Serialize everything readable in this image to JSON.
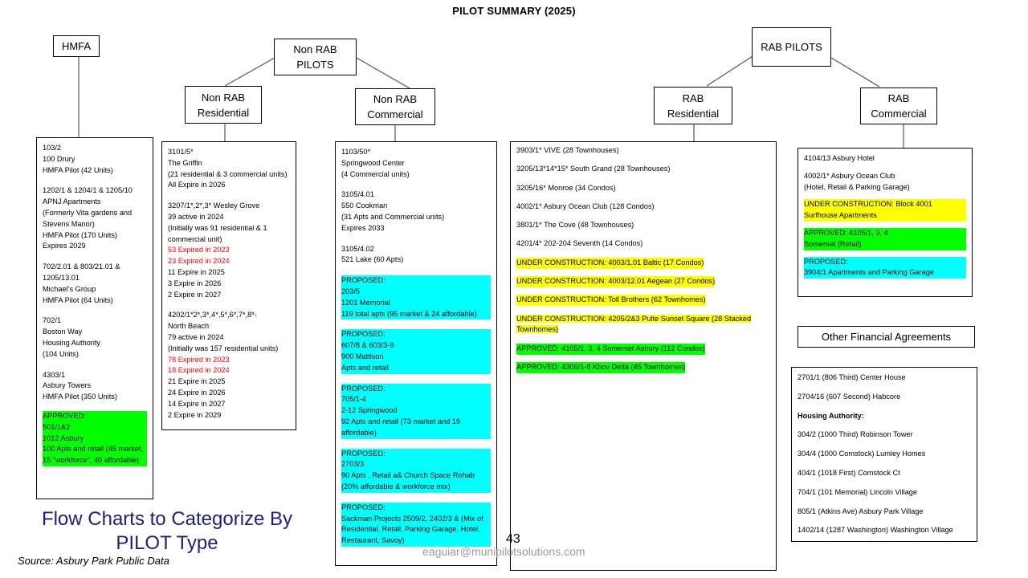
{
  "title": "PILOT SUMMARY (2025)",
  "headers": {
    "hmfa": "HMFA",
    "non_rab_pilots": [
      "Non RAB",
      "PILOTS"
    ],
    "non_rab_residential": [
      "Non RAB",
      "Residential"
    ],
    "non_rab_commercial": [
      "Non RAB",
      "Commercial"
    ],
    "rab_pilots": [
      "RAB PILOTS"
    ],
    "rab_residential": [
      "RAB",
      "Residential"
    ],
    "rab_commercial": [
      "RAB",
      "Commercial"
    ],
    "other_financial": "Other Financial Agreements"
  },
  "hmfa_entries": [
    [
      "103/2",
      "100 Drury",
      "HMFA Pilot (42 Units)"
    ],
    [
      "1202/1 & 1204/1 & 1205/10",
      "APNJ Apartments",
      "(Formerly Vita gardens and",
      "Stevens Manor)",
      "HMFA Pilot (170 Units)",
      "Expires 2029"
    ],
    [
      "702/2.01 & 803/21.01 &",
      "1205/13.01",
      "Michael’s Group",
      "HMFA Pilot (64 Units)"
    ],
    [
      "702/1",
      "Boston Way",
      "Housing Authority",
      "(104 Units)"
    ],
    [
      "4303/1",
      "Asbury Towers",
      "HMFA Pilot (350 Units)"
    ]
  ],
  "hmfa_approved": [
    "APPROVED:",
    "501/1&2",
    "1012 Asbury",
    "100 Apts and retail (45 market, 15 “workforce”, 40 affordable)"
  ],
  "nonrab_res": {
    "e1": [
      "3101/5*",
      "The Griffin",
      "(21 residential & 3 commercial units)",
      "All Expire in 2026"
    ],
    "e2_head": [
      "3207/1*,2*,3* Wesley Grove",
      "39 active in 2024",
      "(Initially was 91 residential & 1",
      "commercial unit)"
    ],
    "e2_red": [
      "53 Expired in 2023",
      "23 Expired in 2024"
    ],
    "e2_tail": [
      "11 Expire in 2025",
      "3 Expire in 2026",
      "2 Expire in 2027"
    ],
    "e3_head": [
      "4202/1*2*,3*,4*,5*,6*,7*,8*-",
      "North Beach",
      "79 active in 2024",
      "(Initially was 157 residential units)"
    ],
    "e3_red": [
      "78 Expired in 2023",
      "18 Expired in 2024"
    ],
    "e3_tail": [
      "21 Expire in 2025",
      "24 Expire in 2026",
      "14 Expire in 2027",
      "2 Expire in 2029"
    ]
  },
  "nonrab_com": {
    "plain": [
      [
        "1103/50*",
        "Springwood Center",
        "(4 Commercial units)"
      ],
      [
        "3105/4.01",
        "550 Cookman",
        "(31 Apts and Commercial units)",
        "Expires 2033"
      ],
      [
        "3105/4.02",
        "521 Lake (60 Apts)"
      ]
    ],
    "proposed": [
      [
        "PROPOSED:",
        "203/5",
        "1201 Memorial",
        "119 total apts (95 market & 24 affordable)"
      ],
      [
        "PROPOSED:",
        "607/8 & 603/3-9",
        "900 Mattison",
        "Apts and retail"
      ],
      [
        "PROPOSED:",
        "705/1-4",
        "2-12 Springwood",
        "92 Apts and retail (73 market and 19 affordable)"
      ],
      [
        "PROPOSED:",
        "2703/3",
        "90 Apts , Retail a& Church Space  Rehab (20% affordable & workforce mix)"
      ],
      [
        "PROPOSED:",
        "Sackman Projects 2509/2, 2402/3 & (Mix of Residential, Retail, Parking Garage, Hotel, Restaurant, Savoy)"
      ]
    ]
  },
  "rab_res_items": [
    {
      "text": "3903/1*  VIVE   (28 Townhouses)",
      "hl": ""
    },
    {
      "text": "3205/13*14*15*   South Grand  (28 Townhouses)",
      "hl": ""
    },
    {
      "text": "3205/16*  Monroe    (34 Condos)",
      "hl": ""
    },
    {
      "text": "4002/1*  Asbury Ocean Club  (128 Condos)",
      "hl": ""
    },
    {
      "text": "3801/1*  The Cove   (48 Townhouses)",
      "hl": ""
    },
    {
      "text": "4201/4*  202-204 Seventh    (14 Condos)",
      "hl": ""
    },
    {
      "text": "UNDER CONSTRUCTION: 4003/1.01   Baltic  (17 Condos)",
      "hl": "yellow"
    },
    {
      "text": "UNDER CONSTRUCTION: 4003/12.01   Aegean  (27 Condos)",
      "hl": "yellow"
    },
    {
      "text": "UNDER CONSTRUCTION: Toll Brothers (62 Townhomes)",
      "hl": "yellow"
    },
    {
      "text": "UNDER CONSTRUCTION:  4205/2&3   Pulte Sunset Square (28 Stacked Townhomes)",
      "hl": "yellow"
    },
    {
      "text": "APPROVED:  4105/1, 3, 4    Somerset Asbury  (112 Condos)",
      "hl": "green"
    },
    {
      "text": "APPROVED:  4306/1-8 Khov Delta (45 Townhomes)",
      "hl": "green"
    }
  ],
  "rab_com": {
    "e1": [
      "4104/13  Asbury Hotel"
    ],
    "e2": [
      "4002/1*  Asbury Ocean Club",
      "(Hotel, Retail & Parking Garage)"
    ],
    "under_construction": [
      "UNDER CONSTRUCTION:   Block 4001",
      "Surfhouse Apartments"
    ],
    "approved": [
      "APPROVED:   4105/1, 3, 4",
      "Somerset (Retail)"
    ],
    "proposed": [
      "PROPOSED:",
      "3904/1 Apartments and Parking Garage"
    ]
  },
  "other_items": [
    {
      "text": "2701/1 (806 Third) Center House",
      "bold": false
    },
    {
      "text": "2704/16 (607 Second)  Habcore",
      "bold": false
    },
    {
      "text": "Housing Authority:",
      "bold": true
    },
    {
      "text": "304/2 (1000 Third) Robinson Tower",
      "bold": false
    },
    {
      "text": "304/4 (1000 Comstock) Lumley Homes",
      "bold": false
    },
    {
      "text": "404/1 (1018 First) Comstock Ct",
      "bold": false
    },
    {
      "text": "704/1 (101 Memorial) Lincoln Village",
      "bold": false
    },
    {
      "text": "805/1 (Atkins Ave) Asbury Park Village",
      "bold": false
    },
    {
      "text": "1402/14 (1287 Washington) Washington Village",
      "bold": false
    }
  ],
  "footer": {
    "title_line1": "Flow Charts to Categorize By",
    "title_line2": "PILOT Type",
    "source": "Source: Asbury Park Public Data",
    "page_number": "43",
    "email": "eaguiar@munipilotsolutions.com"
  }
}
